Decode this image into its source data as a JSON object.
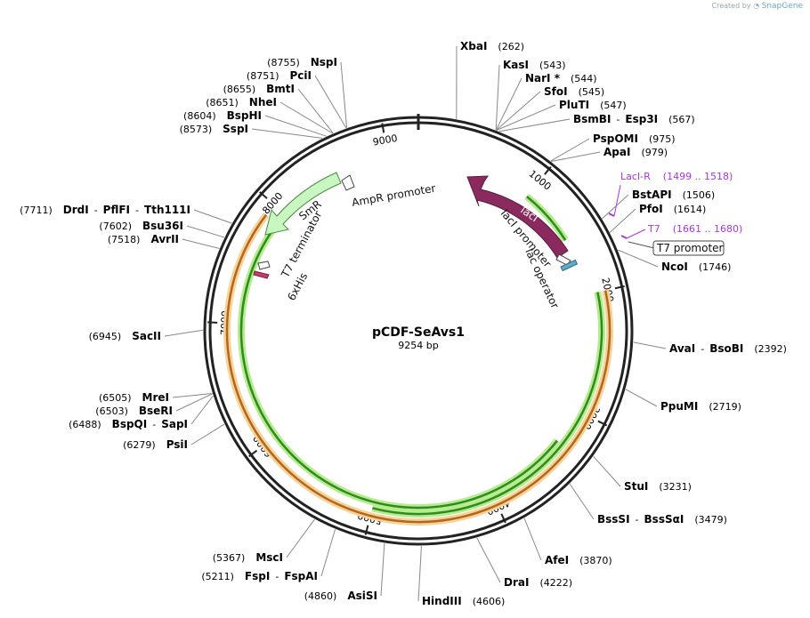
{
  "credit": {
    "text": "Created by",
    "brand": "SnapGene"
  },
  "plasmid": {
    "name": "pCDF-SeAvs1",
    "size": 9254,
    "size_label": "9254 bp"
  },
  "ticks": [
    "1000",
    "2000",
    "3000",
    "4000",
    "5000",
    "6000",
    "7000",
    "8000",
    "9000"
  ],
  "colors": {
    "backbone": "#222222",
    "lacI": "#8b2a5e",
    "SmR": "#c8f7c1",
    "orf_green": "#2e8b1e",
    "orf_green_glow": "#b6eb8f",
    "orf_orange": "#b7651a",
    "orf_orange_glow": "#f4d49a",
    "primer": "#a737e0",
    "lac_operator": "#5fa8c6",
    "his": "#c0406a"
  },
  "enzymes": [
    {
      "id": "xbai",
      "parts": [
        "XbaI"
      ],
      "pos": "(262)",
      "side": "right"
    },
    {
      "id": "kasi",
      "parts": [
        "KasI"
      ],
      "pos": "(543)",
      "side": "right"
    },
    {
      "id": "nari",
      "parts": [
        "NarI *"
      ],
      "pos": "(544)",
      "side": "right"
    },
    {
      "id": "sfoi",
      "parts": [
        "SfoI"
      ],
      "pos": "(545)",
      "side": "right"
    },
    {
      "id": "pluti",
      "parts": [
        "PluTI"
      ],
      "pos": "(547)",
      "side": "right"
    },
    {
      "id": "bsmbi",
      "parts": [
        "BsmBI",
        "Esp3I"
      ],
      "pos": "(567)",
      "side": "right"
    },
    {
      "id": "pspomi",
      "parts": [
        "PspOMI"
      ],
      "pos": "(975)",
      "side": "right"
    },
    {
      "id": "apai",
      "parts": [
        "ApaI"
      ],
      "pos": "(979)",
      "side": "right"
    },
    {
      "id": "bstapi",
      "parts": [
        "BstAPI"
      ],
      "pos": "(1506)",
      "side": "right"
    },
    {
      "id": "pfoi",
      "parts": [
        "PfoI"
      ],
      "pos": "(1614)",
      "side": "right"
    },
    {
      "id": "ncoi",
      "parts": [
        "NcoI"
      ],
      "pos": "(1746)",
      "side": "right"
    },
    {
      "id": "avai",
      "parts": [
        "AvaI",
        "BsoBI"
      ],
      "pos": "(2392)",
      "side": "right"
    },
    {
      "id": "ppumi",
      "parts": [
        "PpuMI"
      ],
      "pos": "(2719)",
      "side": "right"
    },
    {
      "id": "stui",
      "parts": [
        "StuI"
      ],
      "pos": "(3231)",
      "side": "right"
    },
    {
      "id": "bsssi",
      "parts": [
        "BssSI",
        "BssSαI"
      ],
      "pos": "(3479)",
      "side": "right"
    },
    {
      "id": "afei",
      "parts": [
        "AfeI"
      ],
      "pos": "(3870)",
      "side": "right"
    },
    {
      "id": "drai",
      "parts": [
        "DraI"
      ],
      "pos": "(4222)",
      "side": "right"
    },
    {
      "id": "hindiii",
      "parts": [
        "HindIII"
      ],
      "pos": "(4606)",
      "side": "right"
    },
    {
      "id": "asisi",
      "parts": [
        "AsiSI"
      ],
      "pos": "(4860)",
      "side": "left"
    },
    {
      "id": "fspi",
      "parts": [
        "FspI",
        "FspAI"
      ],
      "pos": "(5211)",
      "side": "left"
    },
    {
      "id": "msci",
      "parts": [
        "MscI"
      ],
      "pos": "(5367)",
      "side": "left"
    },
    {
      "id": "psii",
      "parts": [
        "PsiI"
      ],
      "pos": "(6279)",
      "side": "left"
    },
    {
      "id": "bspqi",
      "parts": [
        "BspQI",
        "SapI"
      ],
      "pos": "(6488)",
      "side": "left"
    },
    {
      "id": "bseri",
      "parts": [
        "BseRI"
      ],
      "pos": "(6503)",
      "side": "left"
    },
    {
      "id": "mrei",
      "parts": [
        "MreI"
      ],
      "pos": "(6505)",
      "side": "left"
    },
    {
      "id": "sacii",
      "parts": [
        "SacII"
      ],
      "pos": "(6945)",
      "side": "left"
    },
    {
      "id": "avrii",
      "parts": [
        "AvrII"
      ],
      "pos": "(7518)",
      "side": "left"
    },
    {
      "id": "bsu36i",
      "parts": [
        "Bsu36I"
      ],
      "pos": "(7602)",
      "side": "left"
    },
    {
      "id": "drdi",
      "parts": [
        "DrdI",
        "PflFI",
        "Tth111I"
      ],
      "pos": "(7711)",
      "side": "left"
    },
    {
      "id": "sspi",
      "parts": [
        "SspI"
      ],
      "pos": "(8573)",
      "side": "left"
    },
    {
      "id": "bsphi",
      "parts": [
        "BspHI"
      ],
      "pos": "(8604)",
      "side": "left"
    },
    {
      "id": "nhei",
      "parts": [
        "NheI"
      ],
      "pos": "(8651)",
      "side": "left"
    },
    {
      "id": "bmti",
      "parts": [
        "BmtI"
      ],
      "pos": "(8655)",
      "side": "left"
    },
    {
      "id": "pcii",
      "parts": [
        "PciI"
      ],
      "pos": "(8751)",
      "side": "left"
    },
    {
      "id": "nspi",
      "parts": [
        "NspI"
      ],
      "pos": "(8755)",
      "side": "left"
    }
  ],
  "primers": [
    {
      "id": "laci-r",
      "name": "LacI-R",
      "range": "(1499 .. 1518)"
    },
    {
      "id": "t7",
      "name": "T7",
      "range": "(1661 .. 1680)"
    }
  ],
  "boxed_label": "T7 promoter",
  "features": {
    "lacI": "lacI",
    "lacI_promoter": "lacI promoter",
    "lac_operator": "lac operator",
    "SmR": "SmR",
    "AmpR_promoter": "AmpR promoter",
    "T7_terminator": "T7 terminator",
    "his": "6xHis"
  }
}
